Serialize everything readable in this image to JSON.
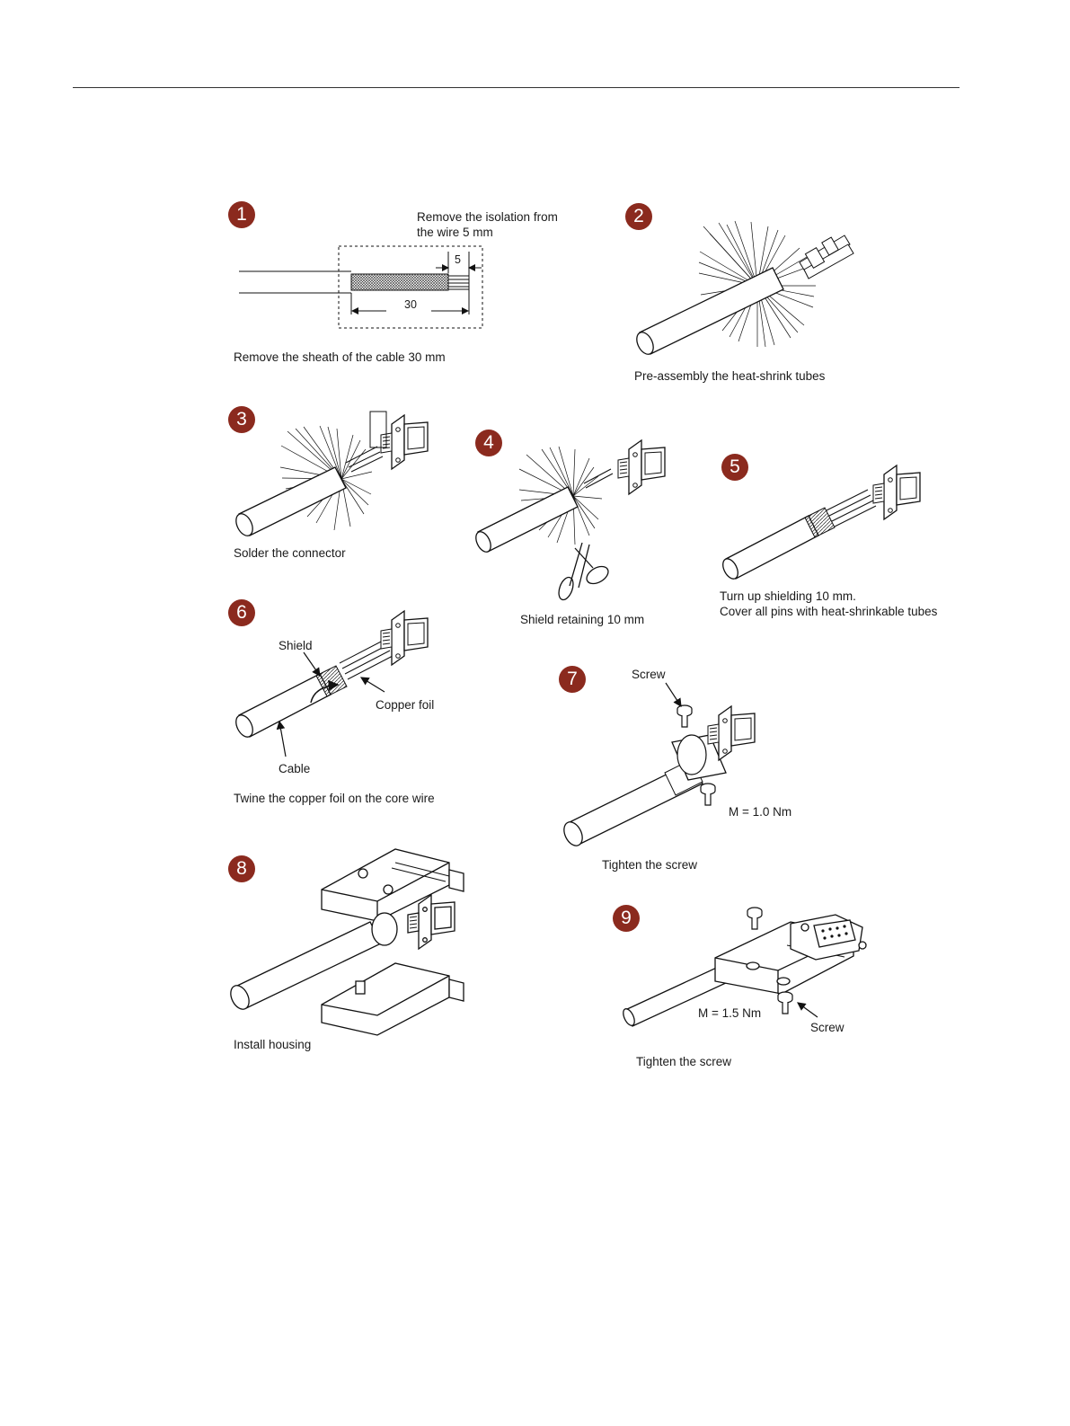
{
  "steps": [
    {
      "num": "1",
      "caption": "Remove the sheath of the cable 30 mm",
      "note": "Remove the isolation from\nthe wire 5 mm",
      "dim_small": "5",
      "dim_large": "30"
    },
    {
      "num": "2",
      "caption": "Pre-assembly the heat-shrink tubes"
    },
    {
      "num": "3",
      "caption": "Solder the connector"
    },
    {
      "num": "4",
      "caption": "Shield retaining 10 mm"
    },
    {
      "num": "5",
      "caption": "Turn up shielding 10 mm.\nCover all pins with heat-shrinkable tubes"
    },
    {
      "num": "6",
      "caption": "Twine the copper foil on the core wire",
      "label_shield": "Shield",
      "label_copper": "Copper foil",
      "label_cable": "Cable"
    },
    {
      "num": "7",
      "caption": "Tighten the screw",
      "label_screw": "Screw",
      "torque": "M = 1.0 Nm"
    },
    {
      "num": "8",
      "caption": "Install housing"
    },
    {
      "num": "9",
      "caption": "Tighten the screw",
      "label_screw": "Screw",
      "torque": "M = 1.5 Nm"
    }
  ],
  "colors": {
    "badge": "#8b2a1e",
    "line": "#1a1a1a"
  }
}
